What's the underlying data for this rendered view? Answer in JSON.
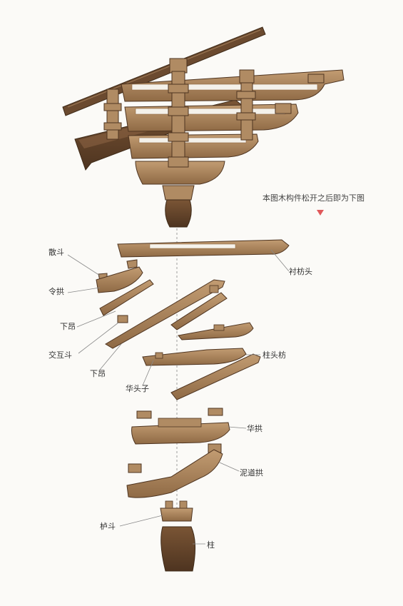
{
  "note": {
    "text": "本图木构件松开之后即为下图",
    "marker_color": "#e0585a"
  },
  "labels": {
    "sandou": "散斗",
    "linggong": "令拱",
    "xiaang_1": "下昂",
    "jiaohudou": "交互斗",
    "xiaang_2": "下昂",
    "chenfangtou": "衬枋头",
    "zhutoufang": "柱头枋",
    "huatouzi": "华头子",
    "huagong": "华拱",
    "nidaogong": "泥道拱",
    "ludou": "栌斗",
    "zhu": "柱"
  },
  "colors": {
    "wood_light": "#b08b63",
    "wood_mid": "#8f6a45",
    "wood_dark": "#5e4028",
    "leader": "#888888"
  }
}
